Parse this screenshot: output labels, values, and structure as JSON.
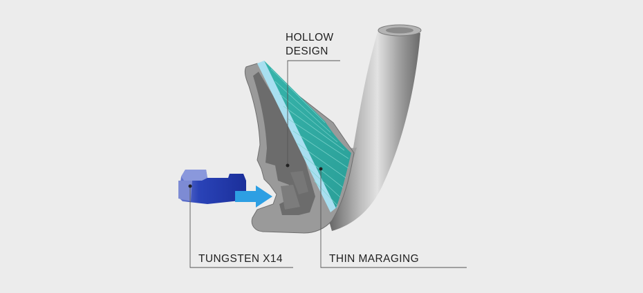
{
  "labels": {
    "hollow_line1": "HOLLOW",
    "hollow_line2": "DESIGN",
    "tungsten": "TUNGSTEN X14",
    "maraging": "THIN MARAGING"
  },
  "colors": {
    "background": "#ececec",
    "steel": "#8e8e8e",
    "cavity": "#6b6b6b",
    "face_insert": "#3cb8b0",
    "face_edge": "#a8dff0",
    "tungsten": "#1e3fae",
    "arrow": "#2d9fe3",
    "leader": "#555555"
  }
}
